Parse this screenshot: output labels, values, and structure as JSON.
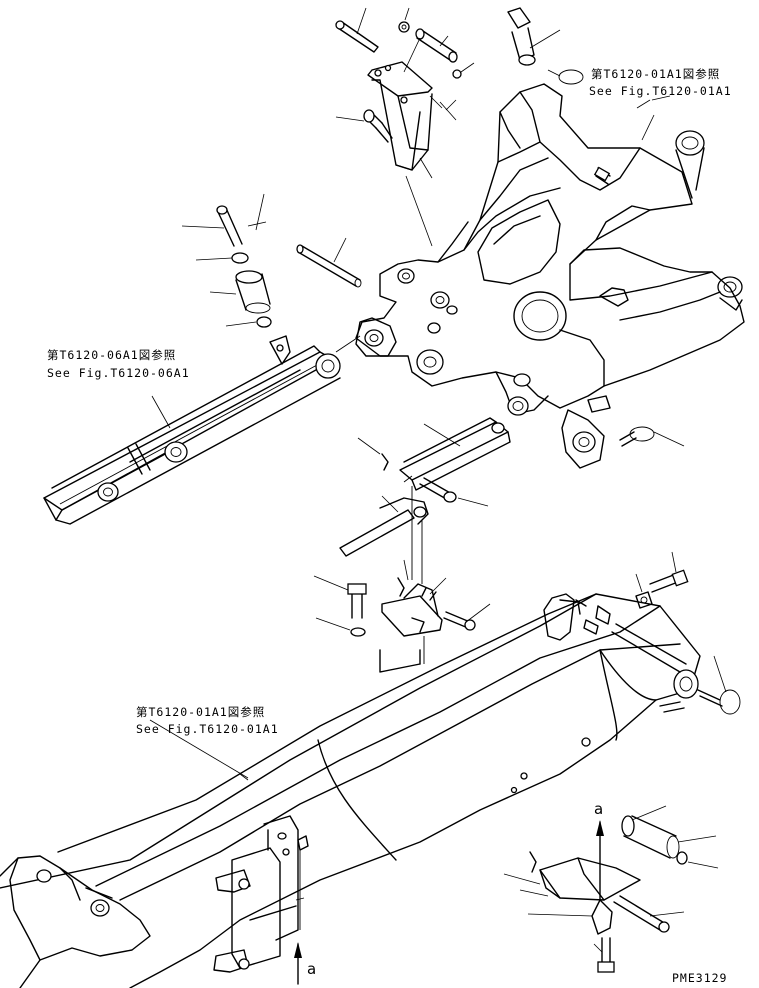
{
  "references": [
    {
      "id": "ref-frame",
      "jp": "第T6120-01A1図参照",
      "en": "See Fig.T6120-01A1"
    },
    {
      "id": "ref-cylinder",
      "jp": "第T6120-06A1図参照",
      "en": "See Fig.T6120-06A1"
    },
    {
      "id": "ref-boom",
      "jp": "第T6120-01A1図参照",
      "en": "See Fig.T6120-01A1"
    }
  ],
  "view_markers": [
    "a",
    "a"
  ],
  "drawing_code": "PME3129"
}
